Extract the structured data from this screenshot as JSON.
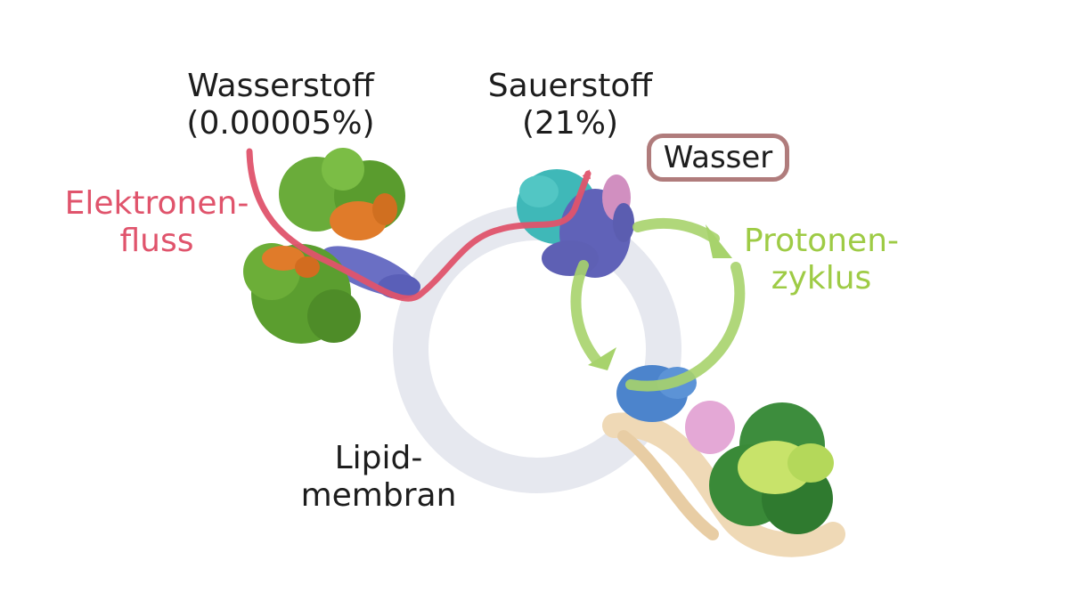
{
  "labels": {
    "hydrogen": {
      "line1": "Wasserstoff",
      "line2": "(0.00005%)"
    },
    "oxygen": {
      "line1": "Sauerstoff",
      "line2": "(21%)"
    },
    "water": "Wasser",
    "electron_flow": {
      "line1": "Elektronen-",
      "line2": "fluss"
    },
    "proton_cycle": {
      "line1": "Protonen-",
      "line2": "zyklus"
    },
    "membrane": {
      "line1": "Lipid-",
      "line2": "membran"
    }
  },
  "colors": {
    "electron_flow": "#e0546c",
    "proton_cycle": "#9ecb45",
    "membrane": "#e6e8ef",
    "water_border": "#b07c7c",
    "text": "#1d1d1d"
  }
}
